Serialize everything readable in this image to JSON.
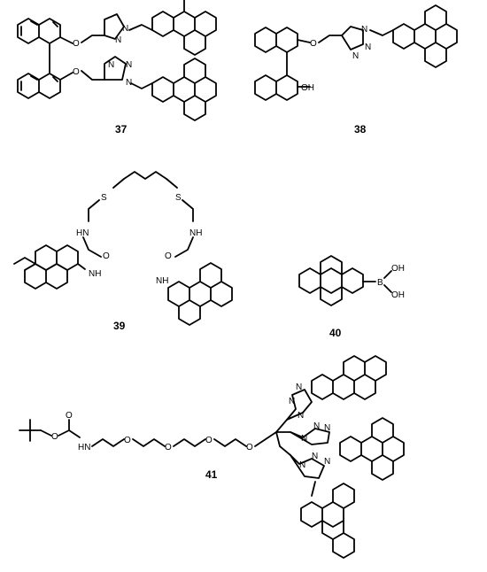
{
  "compounds": [
    {
      "id": "37",
      "label": "37"
    },
    {
      "id": "38",
      "label": "38"
    },
    {
      "id": "39",
      "label": "39"
    },
    {
      "id": "40",
      "label": "40"
    },
    {
      "id": "41",
      "label": "41"
    }
  ],
  "atoms": {
    "o": "O",
    "n": "N",
    "oh": "OH",
    "hn": "HN",
    "nh": "NH",
    "s": "S",
    "b": "B",
    "h": "H"
  }
}
